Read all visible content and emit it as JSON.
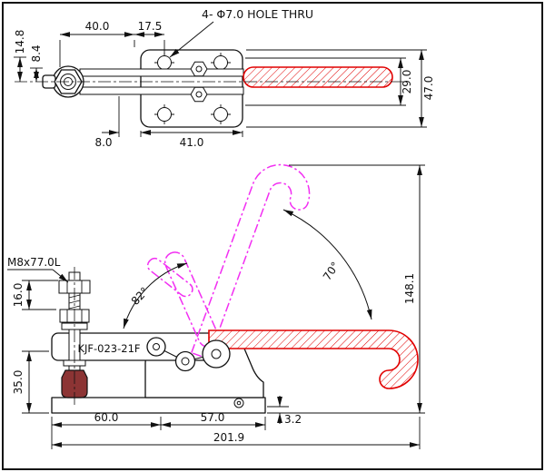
{
  "part_label": "KJF-023-21F",
  "notes": {
    "hole_note": "4- Φ7.0 HOLE THRU",
    "spindle_note": "M8x77.0L"
  },
  "top_view": {
    "dim_40": "40.0",
    "dim_17_5": "17.5",
    "dim_14_8": "14.8",
    "dim_8_4": "8.4",
    "dim_29": "29.0",
    "dim_47": "47.0",
    "dim_8": "8.0",
    "dim_41": "41.0"
  },
  "side_view": {
    "dim_16": "16.0",
    "dim_35": "35.0",
    "angle_82": "82°",
    "angle_70": "70°",
    "dim_148_1": "148.1",
    "dim_60": "60.0",
    "dim_57": "57.0",
    "dim_3_2": "3.2",
    "dim_201_9": "201.9"
  },
  "colors": {
    "handle_red": "#e10000",
    "phantom_magenta": "#f22ef2",
    "line_black": "#111111",
    "tip_maroon": "#8c3434"
  }
}
